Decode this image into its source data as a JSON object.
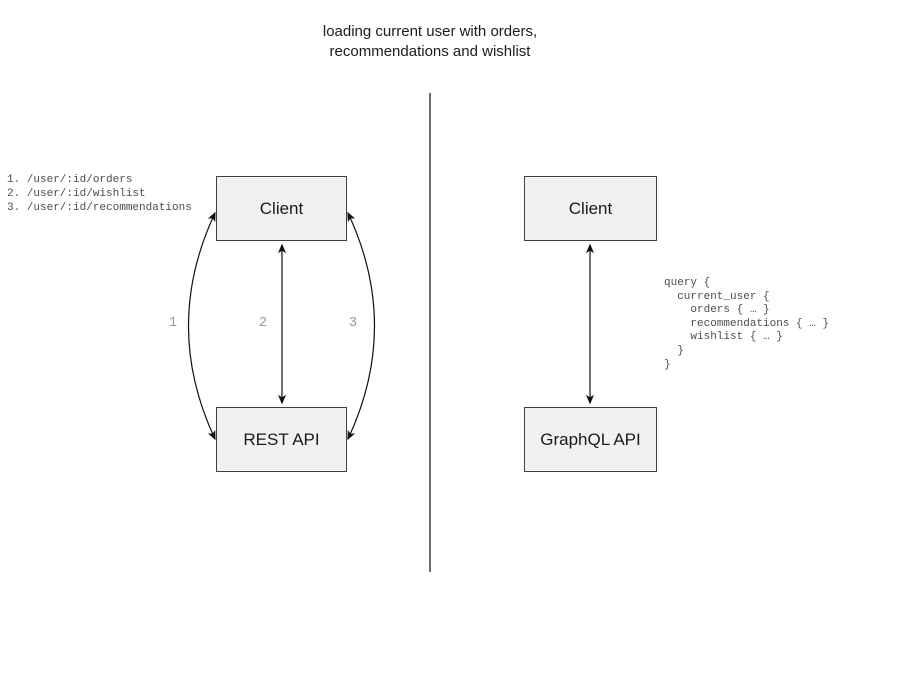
{
  "title": {
    "text": "loading current user with orders,\nrecommendations and wishlist"
  },
  "rest_side": {
    "endpoints": "1. /user/:id/orders\n2. /user/:id/wishlist\n3. /user/:id/recommendations",
    "client_label": "Client",
    "api_label": "REST API",
    "arrow_labels": [
      "1",
      "2",
      "3"
    ]
  },
  "graphql_side": {
    "client_label": "Client",
    "api_label": "GraphQL API",
    "query": "query {\n  current_user {\n    orders { … }\n    recommendations { … }\n    wishlist { … }\n  }\n}"
  },
  "colors": {
    "box_fill": "#f1f1f1",
    "box_border": "#404040",
    "arrow": "#111111",
    "code_text": "#4d4d4d",
    "arrow_label_gray": "#9a9a9a",
    "divider": "#6e6e6e",
    "title_text": "#1c1c1c"
  }
}
